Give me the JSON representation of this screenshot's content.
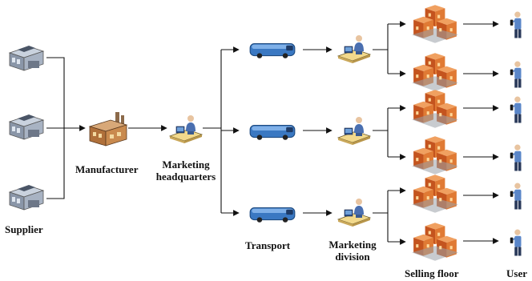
{
  "labels": {
    "supplier": "Supplier",
    "manufacturer": "Manufacturer",
    "marketing_hq_line1": "Marketing",
    "marketing_hq_line2": "headquarters",
    "transport": "Transport",
    "marketing_division_line1": "Marketing",
    "marketing_division_line2": "division",
    "selling_floor": "Selling floor",
    "user": "User"
  },
  "icons": {
    "supplier": "warehouse-icon",
    "manufacturer": "factory-icon",
    "marketing": "person-at-desk-icon",
    "transport": "truck-icon",
    "selling_floor": "store-building-icon",
    "user": "person-with-phone-icon"
  },
  "colors": {
    "line": "#111111",
    "truck_blue": "#3a78c2",
    "building_orange": "#d9702a",
    "warehouse_gray": "#8a96a8"
  }
}
